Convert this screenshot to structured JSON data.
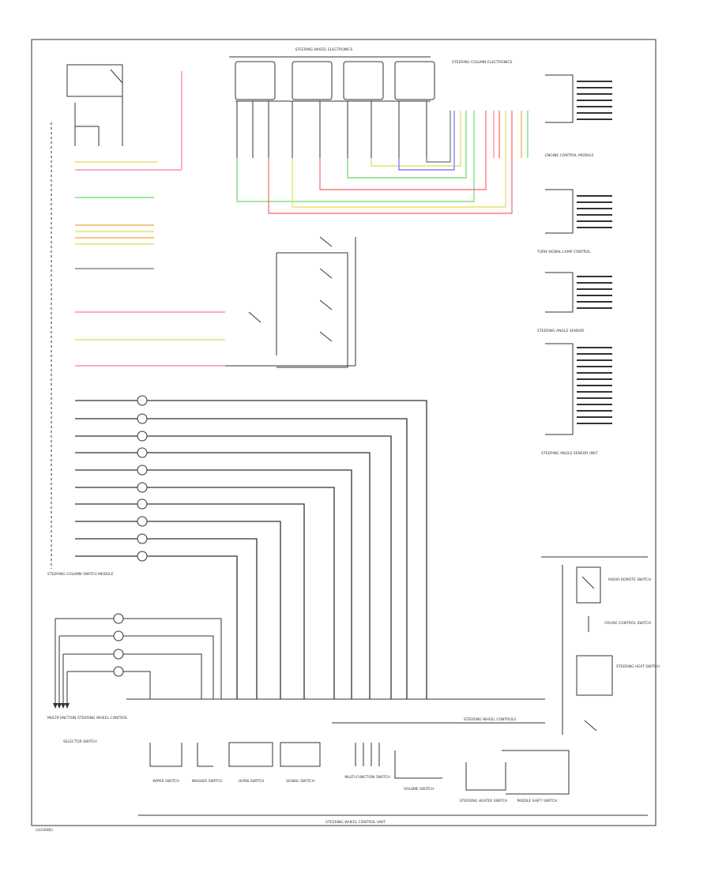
{
  "labels": {
    "top_bus": "STEERING WHEEL ELECTRONICS",
    "connector_right_top": "STEERING COLUMN ELECTRONICS",
    "side_left": "STEERING COLUMN SWITCH MODULE",
    "bottom_center": "STEERING WHEEL CONTROLS",
    "bottom_title": "STEERING WHEEL CONTROL UNIT",
    "corner_mark": "(LEGEND)",
    "light_switch_note": "SELECTOR SWITCH",
    "left_bottom": "MULTIFUNCTION STEERING WHEEL CONTROL"
  },
  "wire_colors": {
    "red": "#ff7b7b",
    "pink": "#ff8fb0",
    "green": "#7fe07f",
    "yellow": "#e6e070",
    "orange": "#f2b060",
    "blue": "#7f7fff",
    "gray": "#888888",
    "black": "#333333"
  },
  "bottom_components": [
    {
      "label": "WIPER SWITCH"
    },
    {
      "label": "WASHER SWITCH"
    },
    {
      "label": "HORN SWITCH"
    },
    {
      "label": "SIGNAL SWITCH"
    },
    {
      "label": "MULTI-FUNCTION SWITCH"
    },
    {
      "label": "VOLUME SWITCH"
    },
    {
      "label": "STEERING HEATER SWITCH"
    },
    {
      "label": "PADDLE SHIFT SWITCH"
    }
  ],
  "right_components": [
    {
      "label": "RADIO REMOTE SWITCH"
    },
    {
      "label": "CRUISE CONTROL SWITCH"
    },
    {
      "label": "STEERING HEAT SWITCH"
    }
  ],
  "right_connectors": [
    {
      "label": "ENGINE CONTROL MODULE"
    },
    {
      "label": "TURN SIGNAL LAMP CONTROL"
    },
    {
      "label": "STEERING ANGLE SENSOR"
    },
    {
      "label": "STEERING ANGLE SENSOR UNIT"
    }
  ]
}
